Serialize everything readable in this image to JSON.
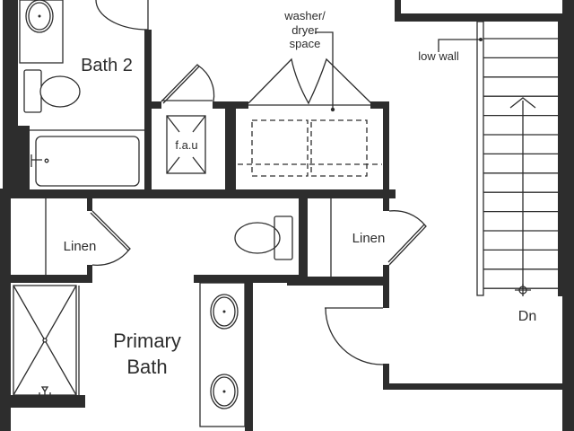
{
  "labels": {
    "bath2": "Bath 2",
    "fau": "f.a.u",
    "washer_line1": "washer/",
    "washer_line2": "dryer",
    "washer_line3": "space",
    "linen_left": "Linen",
    "linen_right": "Linen",
    "primary_line1": "Primary",
    "primary_line2": "Bath",
    "low_wall": "low wall",
    "stairs_down": "Dn"
  },
  "colors": {
    "wall": "#2d2d2d",
    "background": "#ffffff"
  }
}
